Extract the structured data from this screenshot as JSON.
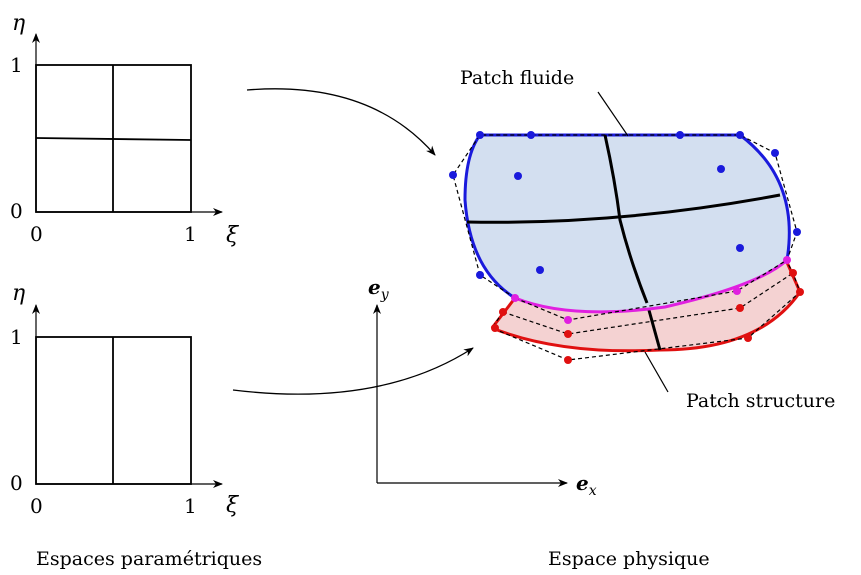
{
  "top_param_space": {
    "eta_label": "η",
    "xi_label": "ξ",
    "tick_eta_one": "1",
    "tick_eta_zero": "0",
    "tick_xi_zero": "0",
    "tick_xi_one": "1"
  },
  "bottom_param_space": {
    "eta_label": "η",
    "xi_label": "ξ",
    "tick_eta_one": "1",
    "tick_eta_zero": "0",
    "tick_xi_zero": "0",
    "tick_xi_one": "1"
  },
  "physical_axes": {
    "ey_main": "e",
    "ey_sub": "y",
    "ex_main": "e",
    "ex_sub": "x"
  },
  "labels": {
    "fluid_patch": "Patch fluide",
    "structure_patch": "Patch structure",
    "param_caption": "Espaces paramétriques",
    "physical_caption": "Espace physique"
  },
  "colors": {
    "fluid_fill": "#d3dff0",
    "fluid_edge": "#1a1adc",
    "structure_fill": "#f4d2d2",
    "structure_edge": "#e01010",
    "interface": "#e020e0",
    "control_polygon": "#000000"
  }
}
